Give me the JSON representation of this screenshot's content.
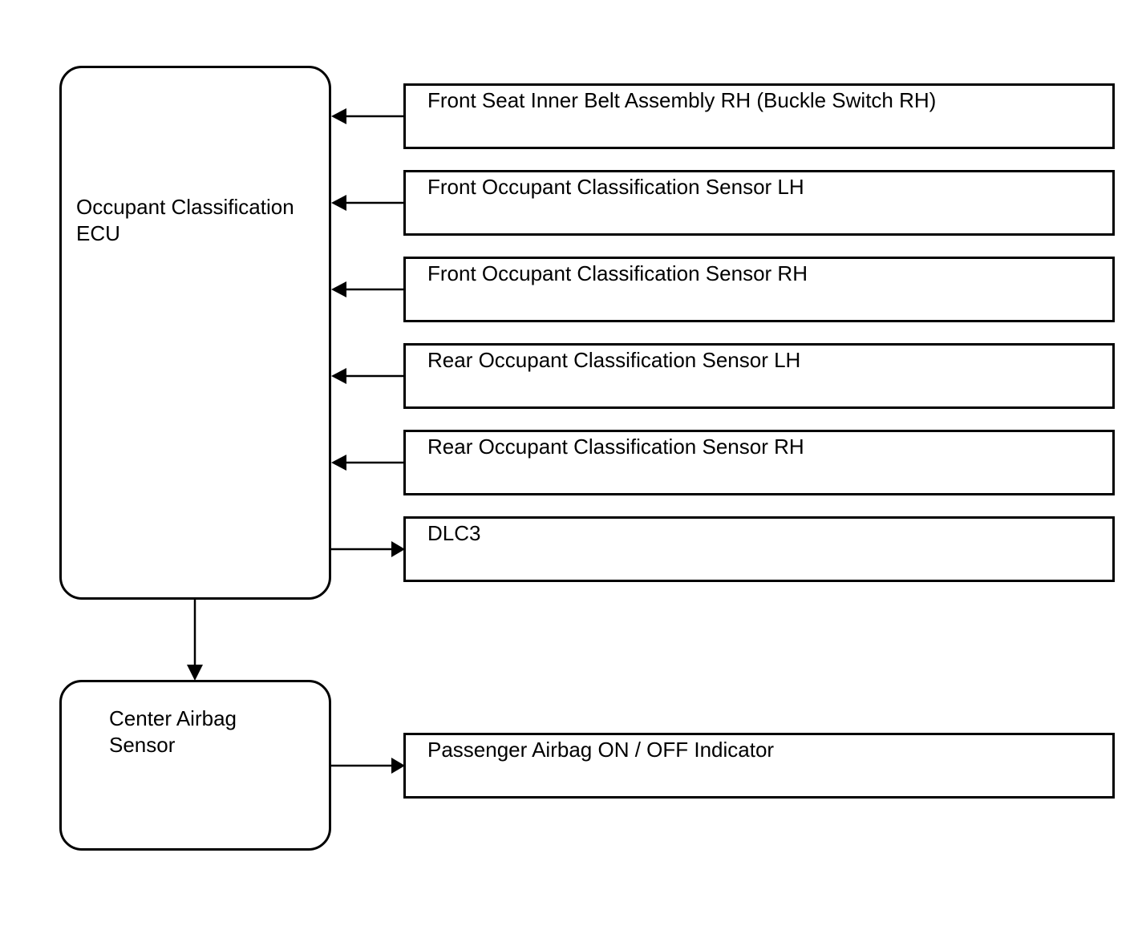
{
  "diagram": {
    "nodes": {
      "ecu": {
        "label": "Occupant Classification\nECU"
      },
      "center_airbag_sensor": {
        "label": "Center Airbag\nSensor"
      },
      "buckle_switch_rh": {
        "label": "Front Seat Inner Belt Assembly RH (Buckle Switch RH)"
      },
      "front_sensor_lh": {
        "label": "Front Occupant Classification Sensor LH"
      },
      "front_sensor_rh": {
        "label": "Front Occupant Classification Sensor RH"
      },
      "rear_sensor_lh": {
        "label": "Rear Occupant Classification Sensor LH"
      },
      "rear_sensor_rh": {
        "label": "Rear Occupant Classification Sensor RH"
      },
      "dlc3": {
        "label": "DLC3"
      },
      "passenger_indicator": {
        "label": "Passenger Airbag ON / OFF Indicator"
      }
    },
    "edges": [
      {
        "from": "buckle_switch_rh",
        "to": "ecu"
      },
      {
        "from": "front_sensor_lh",
        "to": "ecu"
      },
      {
        "from": "front_sensor_rh",
        "to": "ecu"
      },
      {
        "from": "rear_sensor_lh",
        "to": "ecu"
      },
      {
        "from": "rear_sensor_rh",
        "to": "ecu"
      },
      {
        "from": "ecu",
        "to": "dlc3"
      },
      {
        "from": "ecu",
        "to": "center_airbag_sensor"
      },
      {
        "from": "center_airbag_sensor",
        "to": "passenger_indicator"
      }
    ]
  }
}
